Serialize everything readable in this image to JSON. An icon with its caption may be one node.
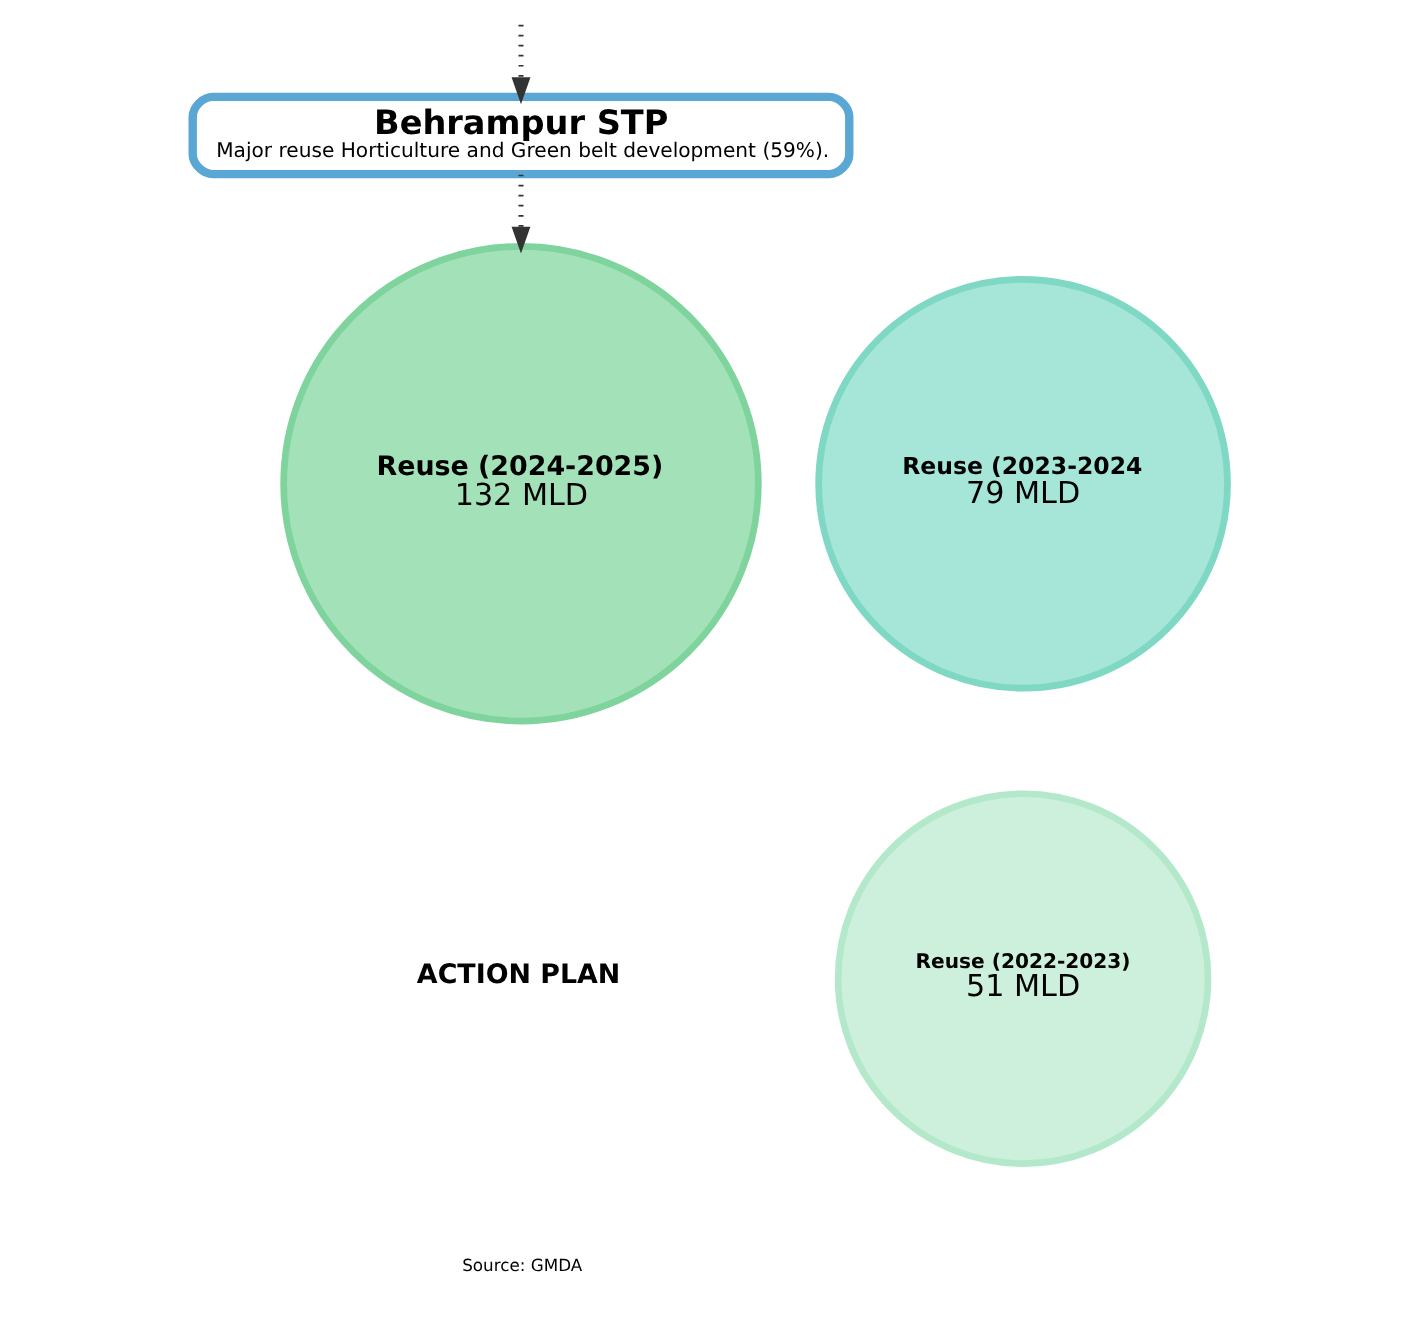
{
  "diagram": {
    "nodes": [
      {
        "text": [
          "Behrampur STP",
          "Major reuse Horticulture and Green belt development (59%)."
        ]
      },
      {
        "text": [
          "Reuse (2024-2025)",
          "132 MLD"
        ]
      },
      {
        "text": [
          "Reuse (2023-2024",
          "79 MLD"
        ]
      },
      {
        "text": [
          "Reuse (2022-2023)",
          "51 MLD"
        ]
      }
    ],
    "edges": [
      {
        "from": null,
        "to": 0,
        "arrow": "to",
        "style": "dashed"
      },
      {
        "from": 0,
        "to": 1,
        "arrow": "to",
        "style": "dashed"
      }
    ],
    "labels": [
      "ACTION PLAN",
      "Source: GMDA"
    ]
  }
}
